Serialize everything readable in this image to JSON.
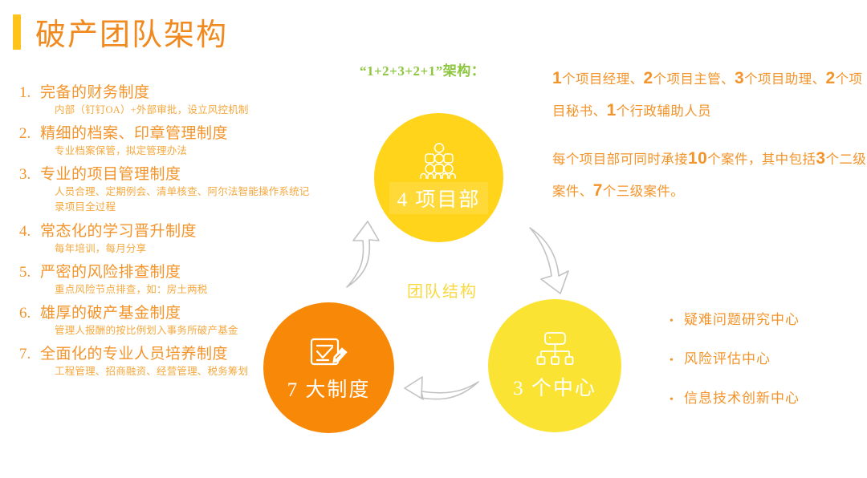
{
  "slide": {
    "title": "破产团队架构",
    "accent_bar_color": "#FFC31E",
    "title_color": "#F08A1E"
  },
  "left_list": [
    {
      "num": "1.",
      "title": "完备的财务制度",
      "sub": "内部（钉钉OA）+外部审批，设立风控机制"
    },
    {
      "num": "2.",
      "title": "精细的档案、印章管理制度",
      "sub": "专业档案保管，拟定管理办法"
    },
    {
      "num": "3.",
      "title": "专业的项目管理制度",
      "sub": "人员合理、定期例会、清单核查、阿尔法智能操作系统记录项目全过程"
    },
    {
      "num": "4.",
      "title": "常态化的学习晋升制度",
      "sub": "每年培训，每月分享"
    },
    {
      "num": "5.",
      "title": "严密的风险排查制度",
      "sub": "重点风险节点排查，如：房土两税"
    },
    {
      "num": "6.",
      "title": "雄厚的破产基金制度",
      "sub": "管理人报酬的按比例划入事务所破产基金"
    },
    {
      "num": "7.",
      "title": "全面化的专业人员培养制度",
      "sub": "工程管理、招商融资、经营管理、税务筹划"
    }
  ],
  "architecture": {
    "label": "“1+2+3+2+1”架构：",
    "label_color": "#8CC63F",
    "paragraph_1_parts": [
      {
        "t": "1",
        "big": true
      },
      {
        "t": "个项目经理、",
        "big": false
      },
      {
        "t": "2",
        "big": true
      },
      {
        "t": "个项目主管、",
        "big": false
      },
      {
        "t": "3",
        "big": true
      },
      {
        "t": "个项目助理、",
        "big": false
      },
      {
        "t": "2",
        "big": true
      },
      {
        "t": "个项目秘书、",
        "big": false
      },
      {
        "t": "1",
        "big": true
      },
      {
        "t": "个行政辅助人员",
        "big": false
      }
    ],
    "paragraph_2_parts": [
      {
        "t": "每个项目部可同时承接",
        "big": false
      },
      {
        "t": "10",
        "big": true
      },
      {
        "t": "个案件，其中包括",
        "big": false
      },
      {
        "t": "3",
        "big": true
      },
      {
        "t": "个二级案件、",
        "big": false
      },
      {
        "t": "7",
        "big": true
      },
      {
        "t": "个三级案件。",
        "big": false
      }
    ]
  },
  "diagram": {
    "center_label": "团队结构",
    "center_label_color": "#FAD93F",
    "circles": [
      {
        "id": "top",
        "label": "4 项目部",
        "icon": "org-people-pyramid-icon",
        "color": "#FFD41A"
      },
      {
        "id": "left",
        "label": "7 大制度",
        "icon": "clipboard-pen-icon",
        "color": "#F88908"
      },
      {
        "id": "right",
        "label": "3 个中心",
        "icon": "org-tree-icon",
        "color": "#FBE333"
      }
    ],
    "arrow_color": "#BFBFBF"
  },
  "centers": [
    {
      "bullet": "•",
      "text": "疑难问题研究中心"
    },
    {
      "bullet": "•",
      "text": "风险评估中心"
    },
    {
      "bullet": "•",
      "text": "信息技术创新中心"
    }
  ]
}
